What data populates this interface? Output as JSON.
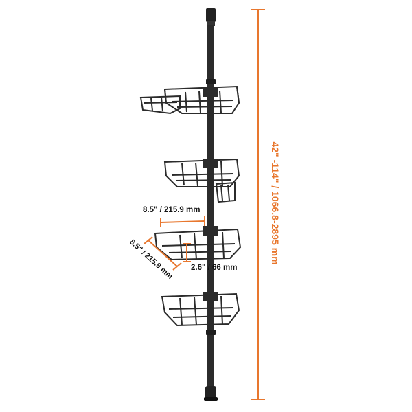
{
  "dimensions": {
    "height_label": "42\" -114\" / 1066.8-2895 mm",
    "basket_width_label": "8.5\" / 215.9 mm",
    "basket_depth_label": "8.5\" / 215.9 mm",
    "basket_height_label": "2.6\" / 66 mm"
  },
  "colors": {
    "accent": "#e8772e",
    "product": "#2b2b2b",
    "background": "#ffffff"
  },
  "icons": {
    "product": "corner-shower-caddy-tension-pole"
  }
}
